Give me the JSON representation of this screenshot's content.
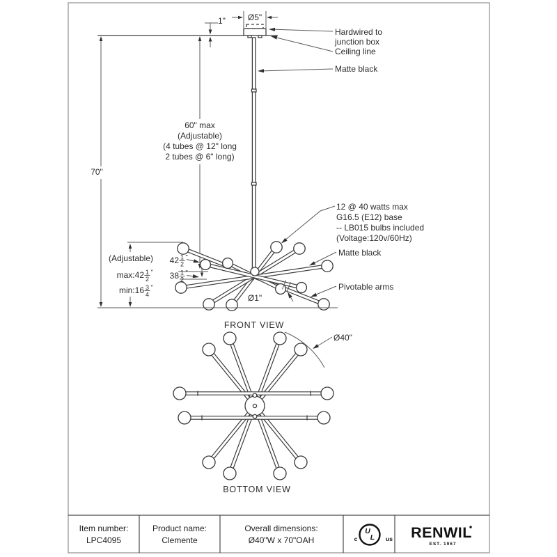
{
  "colors": {
    "line": "#3c3c3c",
    "dimension_line": "#5a5a5a",
    "text": "#2b2b2b",
    "page_border": "#8f8f8f",
    "logo": "#111111",
    "background": "#ffffff"
  },
  "header_callouts": {
    "one_inch": "1\"",
    "five_inch_diam": "Ø5\"",
    "hardwired_line1": "Hardwired to",
    "hardwired_line2": "junction box",
    "ceiling_line": "Ceiling line",
    "matte_black": "Matte black"
  },
  "stem_dims": {
    "overall_height": "70\"",
    "rod_line1": "60\" max",
    "rod_line2": "(Adjustable)",
    "rod_line3": "(4 tubes @ 12\" long",
    "rod_line4": "2 tubes @ 6\" long)"
  },
  "fixture_callouts": {
    "bulbs_line1": "12 @ 40 watts max",
    "bulbs_line2": "G16.5 (E12) base",
    "bulbs_line3": "-- LB015 bulbs included",
    "bulbs_line4": "(Voltage:120v/60Hz)",
    "matte_black": "Matte black",
    "pivotable": "Pivotable arms"
  },
  "fixture_dims": {
    "adjustable": "(Adjustable)",
    "max_prefix": "max:42",
    "max_num": "1",
    "max_den": "2",
    "min_prefix": "min:16",
    "min_num": "3",
    "min_den": "4",
    "d1_prefix": "42",
    "d1_num": "1",
    "d1_den": "2",
    "d2_prefix": "38",
    "d2_num": "1",
    "d2_den": "2",
    "inch": "\"",
    "tube_diam": "Ø1\"",
    "fixture_diam": "Ø40\""
  },
  "views": {
    "front": "FRONT VIEW",
    "bottom": "BOTTOM VIEW"
  },
  "footer": {
    "item_label": "Item number:",
    "item_value": "LPC4095",
    "product_label": "Product name:",
    "product_value": "Clemente",
    "dims_label": "Overall dimensions:",
    "dims_value": "Ø40\"W x 70\"OAH",
    "ul_c": "c",
    "ul_u": "U",
    "ul_l": "L",
    "ul_us": "us",
    "brand": "RENWIL",
    "brand_est": "EST. 1967"
  }
}
